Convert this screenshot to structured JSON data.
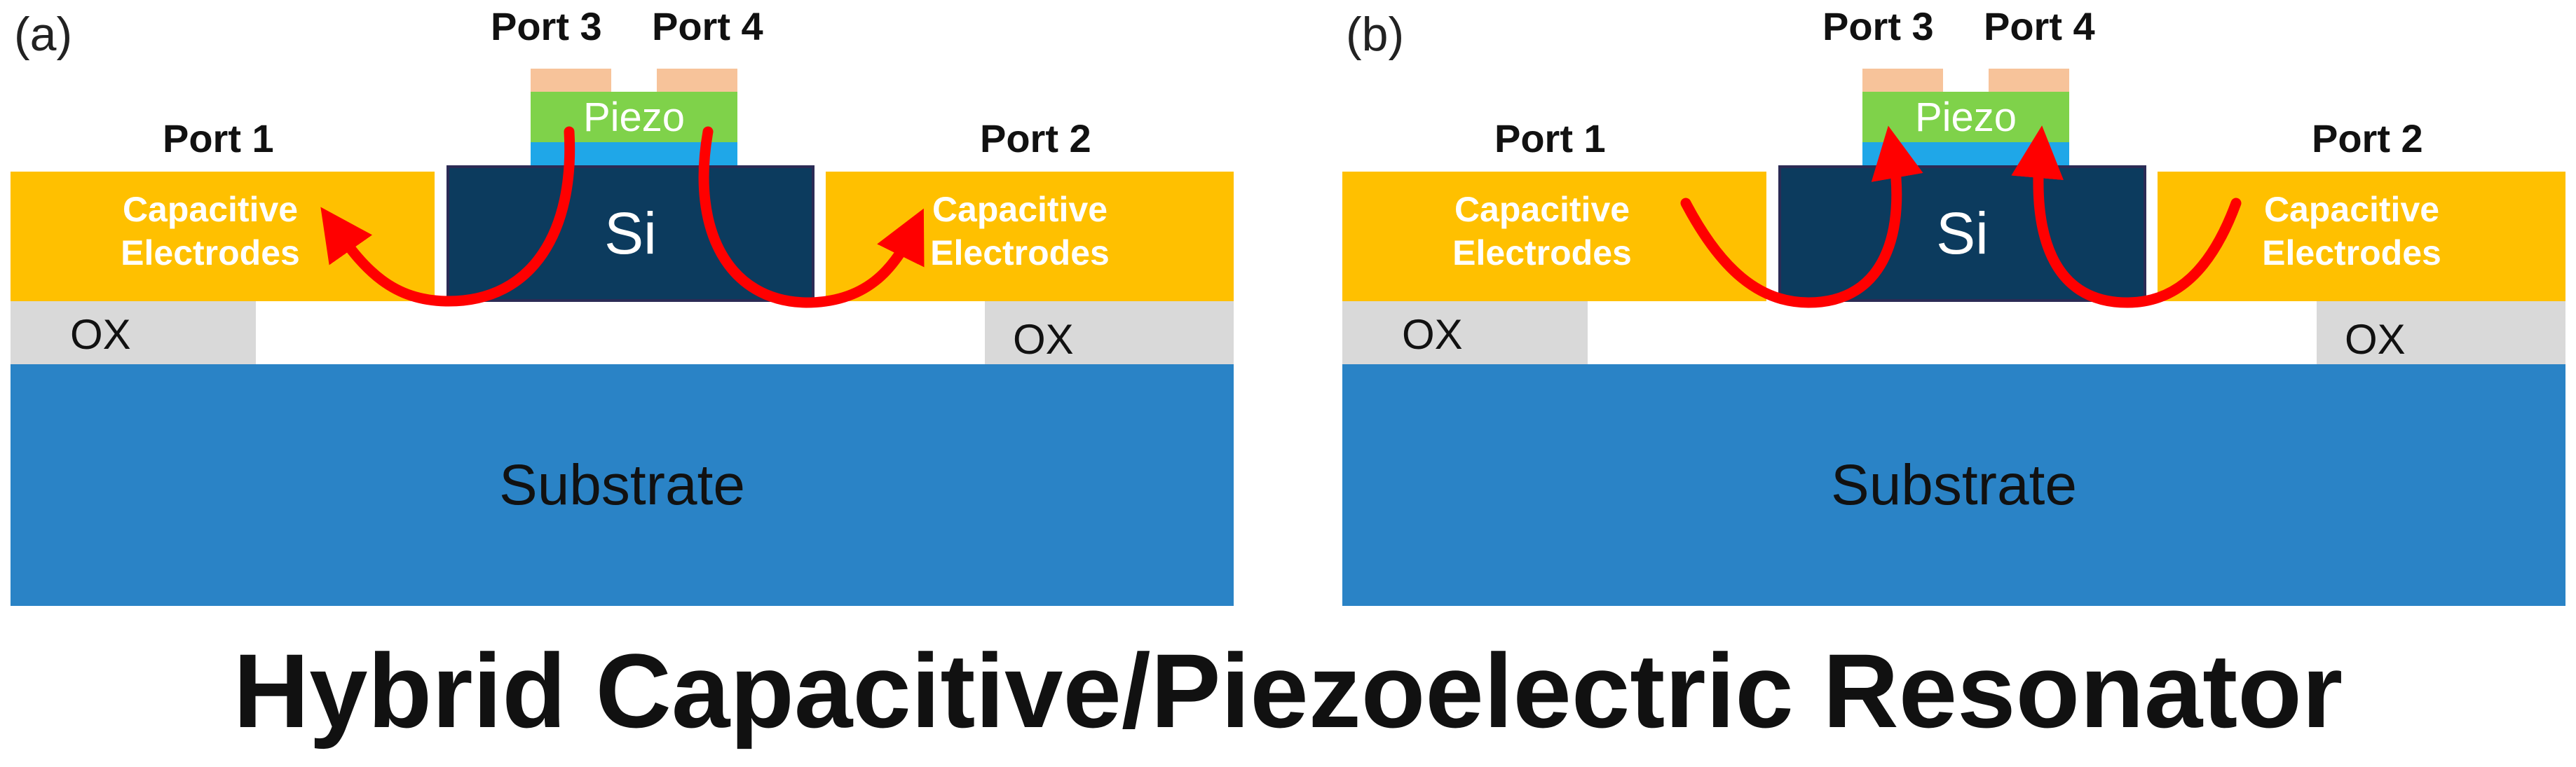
{
  "title": "Hybrid Capacitive/Piezoelectric Resonator",
  "panels": [
    {
      "label": "(a)",
      "port1": "Port 1",
      "port2": "Port 2",
      "port3": "Port 3",
      "port4": "Port 4",
      "electrode_left": [
        "Capacitive",
        "Electrodes"
      ],
      "electrode_right": [
        "Capacitive",
        "Electrodes"
      ],
      "ox": "OX",
      "substrate": "Substrate",
      "si": "Si",
      "piezo": "Piezo",
      "arrow_direction": "piezo-to-electrodes"
    },
    {
      "label": "(b)",
      "port1": "Port 1",
      "port2": "Port 2",
      "port3": "Port 3",
      "port4": "Port 4",
      "electrode_left": [
        "Capacitive",
        "Electrodes"
      ],
      "electrode_right": [
        "Capacitive",
        "Electrodes"
      ],
      "ox": "OX",
      "substrate": "Substrate",
      "si": "Si",
      "piezo": "Piezo",
      "arrow_direction": "electrodes-to-piezo"
    }
  ],
  "colors": {
    "electrode": "#ffc000",
    "oxide": "#d9d9d9",
    "substrate": "#2a83c6",
    "silicon": "#0c3b5e",
    "piezo": "#7fd24a",
    "bottom_electrode": "#1fa7e8",
    "top_pad": "#f7c39a",
    "arrow": "#ff0000"
  }
}
